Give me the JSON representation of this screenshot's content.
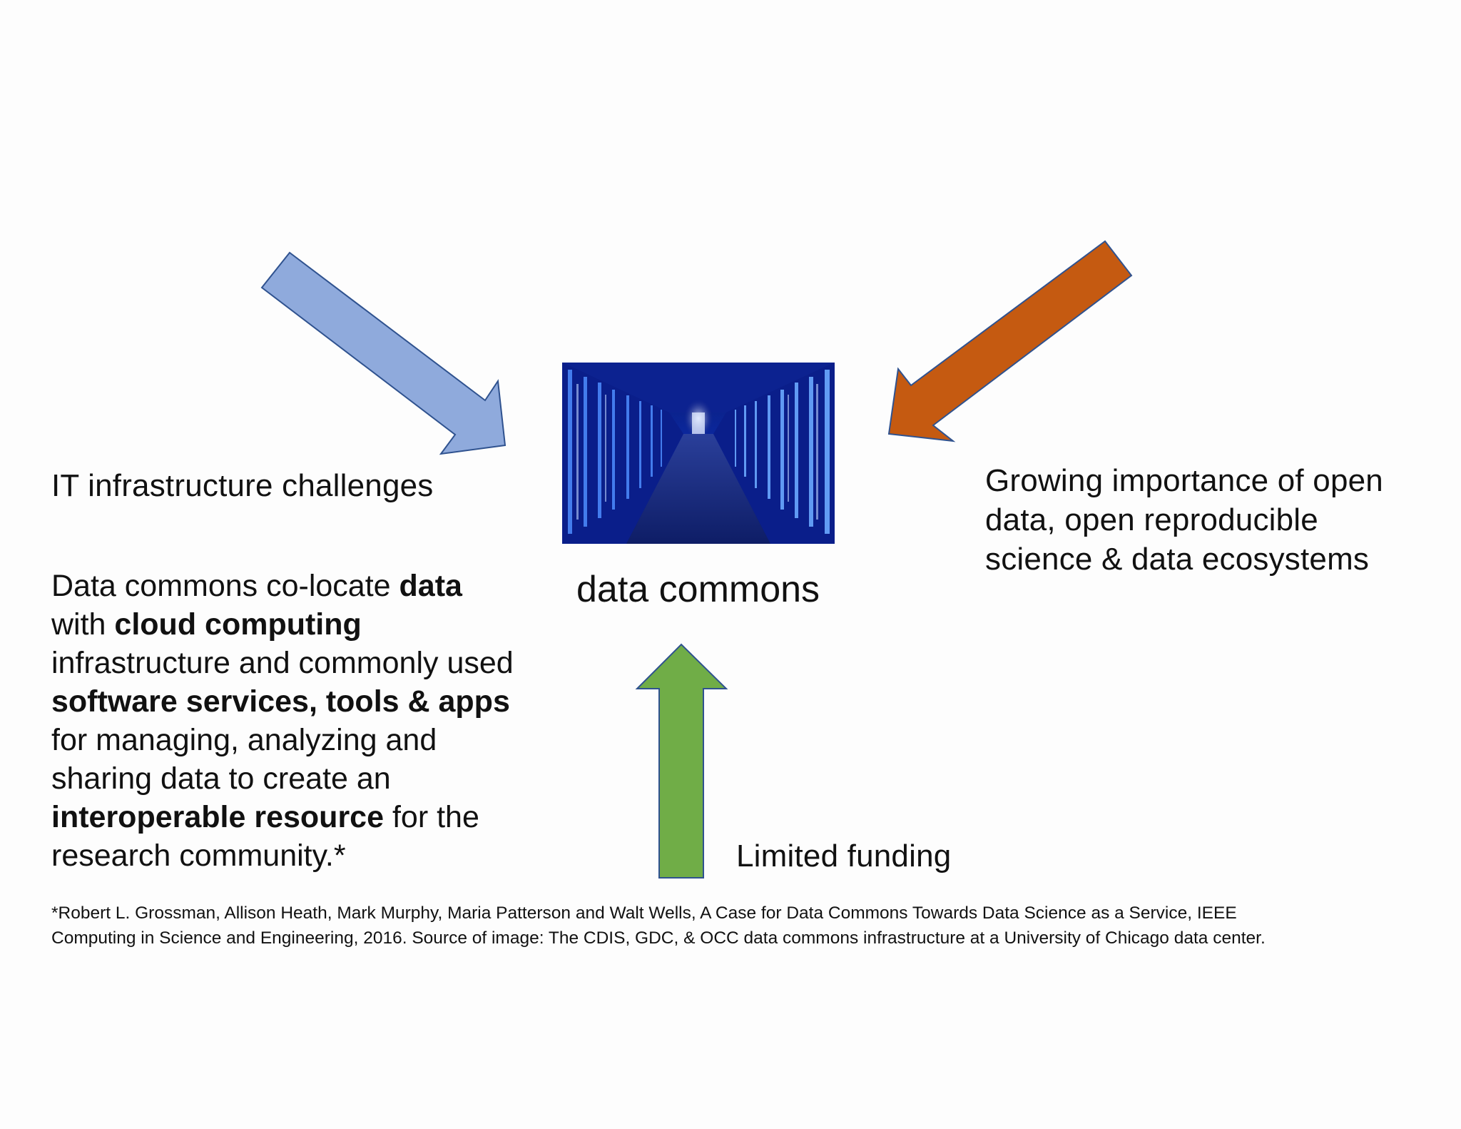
{
  "center": {
    "image_alt": "datacenter-photo",
    "label": "data commons"
  },
  "left_top_label": "IT infrastructure challenges",
  "right_label": {
    "line1": "Growing importance of open",
    "line2": "data, open reproducible",
    "line3": "science & data ecosystems"
  },
  "bottom_label": "Limited funding",
  "definition": {
    "l1_a": "Data commons co-locate ",
    "l1_b": "data",
    "l2_a": "with ",
    "l2_b": "cloud computing",
    "l3": "infrastructure and commonly used",
    "l4": "software services, tools & apps",
    "l5": "for managing, analyzing and",
    "l6": "sharing data to create an",
    "l7_a": "interoperable resource",
    "l7_b": " for the",
    "l8": "research community.*"
  },
  "footnote": {
    "line1": "*Robert L. Grossman, Allison Heath, Mark Murphy, Maria Patterson and Walt Wells, A Case for Data Commons Towards Data Science as a Service, IEEE",
    "line2": "Computing in Science and Engineering, 2016.   Source of image: The CDIS, GDC, & OCC data commons infrastructure at a University of Chicago data center."
  },
  "colors": {
    "blue_arrow": "#8faadc",
    "orange_arrow": "#c55a11",
    "green_arrow": "#70ad47",
    "arrow_outline": "#2f528f"
  }
}
